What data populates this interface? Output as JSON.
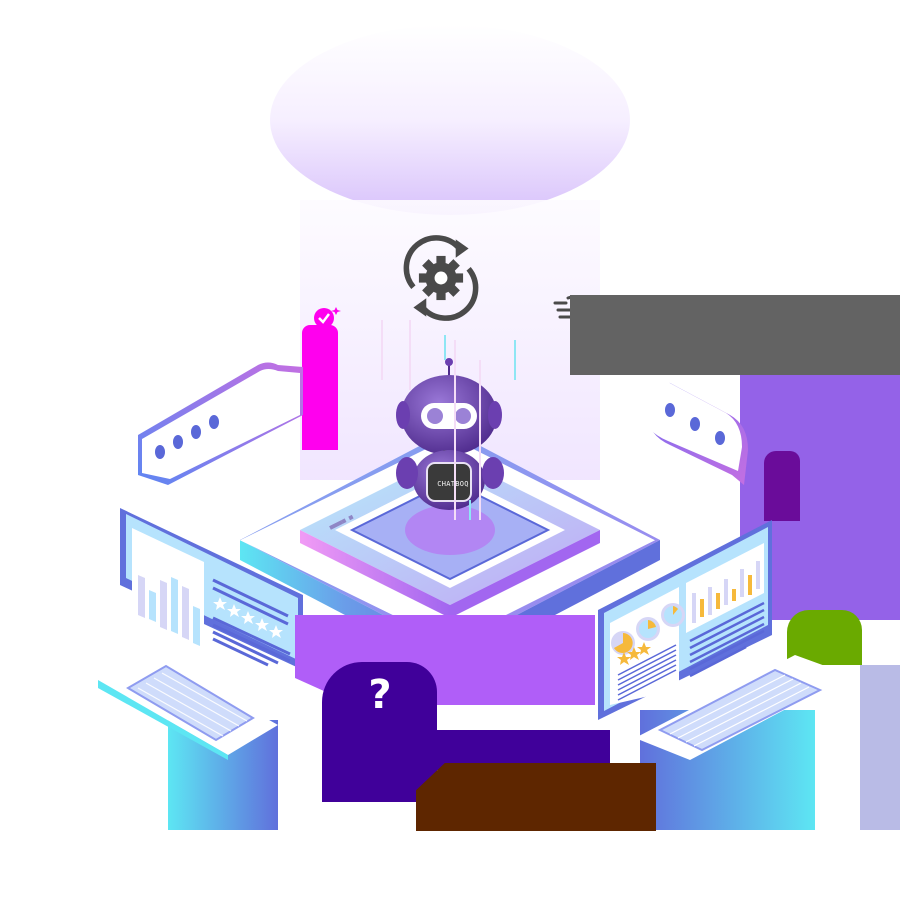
{
  "illustration": {
    "subject": "isometric chatbot platform",
    "robot": {
      "chest_label": "CHATBOQ"
    },
    "help_bubble": {
      "glyph": "?"
    },
    "left_monitor": {
      "bars": [
        5,
        3,
        6,
        7,
        5,
        4
      ],
      "stars": 5
    },
    "right_monitor": {
      "pies": 3,
      "stars": 3,
      "bars": [
        4,
        2,
        3,
        2,
        5,
        3,
        2,
        4,
        3,
        2,
        5,
        4
      ]
    },
    "left_chat_bubble": {
      "dots": 4
    },
    "right_chat_bubble": {
      "dots": 3
    }
  },
  "colors": {
    "background": "#ffffff",
    "cloud_top": "#ffffff",
    "cloud_bottom": "#d8c2fb",
    "gear": "#4a4a4a",
    "robot": "#6b3fb0",
    "platform_white": "#ffffff",
    "chip_purple": "#a266f0",
    "chip_pink": "#f19bf5",
    "chip_cyan": "#7ee8f6",
    "monitor_frame": "#6070dc",
    "monitor_screen": "#b6e3fd",
    "accent_magenta": "#ff00ee",
    "accent_purple": "#6a0c9a",
    "accent_green": "#6aaa00",
    "accent_brown": "#5e2600",
    "accent_indigo": "#40009a",
    "accent_violet": "#9462e8",
    "star_yellow": "#f6b93b",
    "dot_blue": "#5a68d8"
  }
}
